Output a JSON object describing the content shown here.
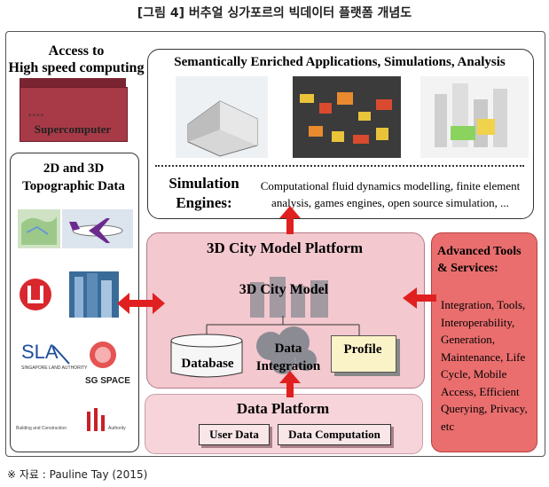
{
  "figure_title": "[그림 4] 버추얼 싱가포르의 빅데이터 플랫폼 개념도",
  "footer_note": "※ 자료 : Pauline Tay (2015)",
  "access": {
    "line1": "Access to",
    "line2": "High speed computing",
    "supercomputer": "Supercomputer"
  },
  "topo": {
    "line1": "2D and 3D",
    "line2": "Topographic Data",
    "logos": [
      "SLA",
      "SINGAPORE LAND AUTHORITY",
      "SG SPACE",
      "Building and Construction",
      "Authority"
    ]
  },
  "semantic": {
    "title": "Semantically Enriched Applications, Simulations, Analysis"
  },
  "simulation": {
    "label_line1": "Simulation",
    "label_line2": "Engines:",
    "text_line1": "Computational fluid dynamics modelling, finite element",
    "text_line2": "analysis, games engines, open source simulation, ..."
  },
  "platform": {
    "title": "3D City Model Platform",
    "model": "3D City Model",
    "database": "Database",
    "data_integration_line1": "Data",
    "data_integration_line2": "Integration",
    "profile": "Profile"
  },
  "advanced": {
    "title_line1": "Advanced Tools",
    "title_line2": "& Services:",
    "items": [
      "Integration, Tools,",
      "Interoperability,",
      "Generation,",
      "Maintenance, Life",
      "Cycle, Mobile",
      "Access, Efficient",
      "Querying, Privacy,",
      "etc"
    ]
  },
  "data_platform": {
    "title": "Data Platform",
    "user_data": "User Data",
    "data_computation": "Data Computation"
  },
  "colors": {
    "arrow": "#e02020",
    "supercomputer": "#a83a48",
    "platform_fill": "#f3c8cf",
    "advanced_fill": "#ea6e6e",
    "data_platform_fill": "#f7d4da"
  }
}
